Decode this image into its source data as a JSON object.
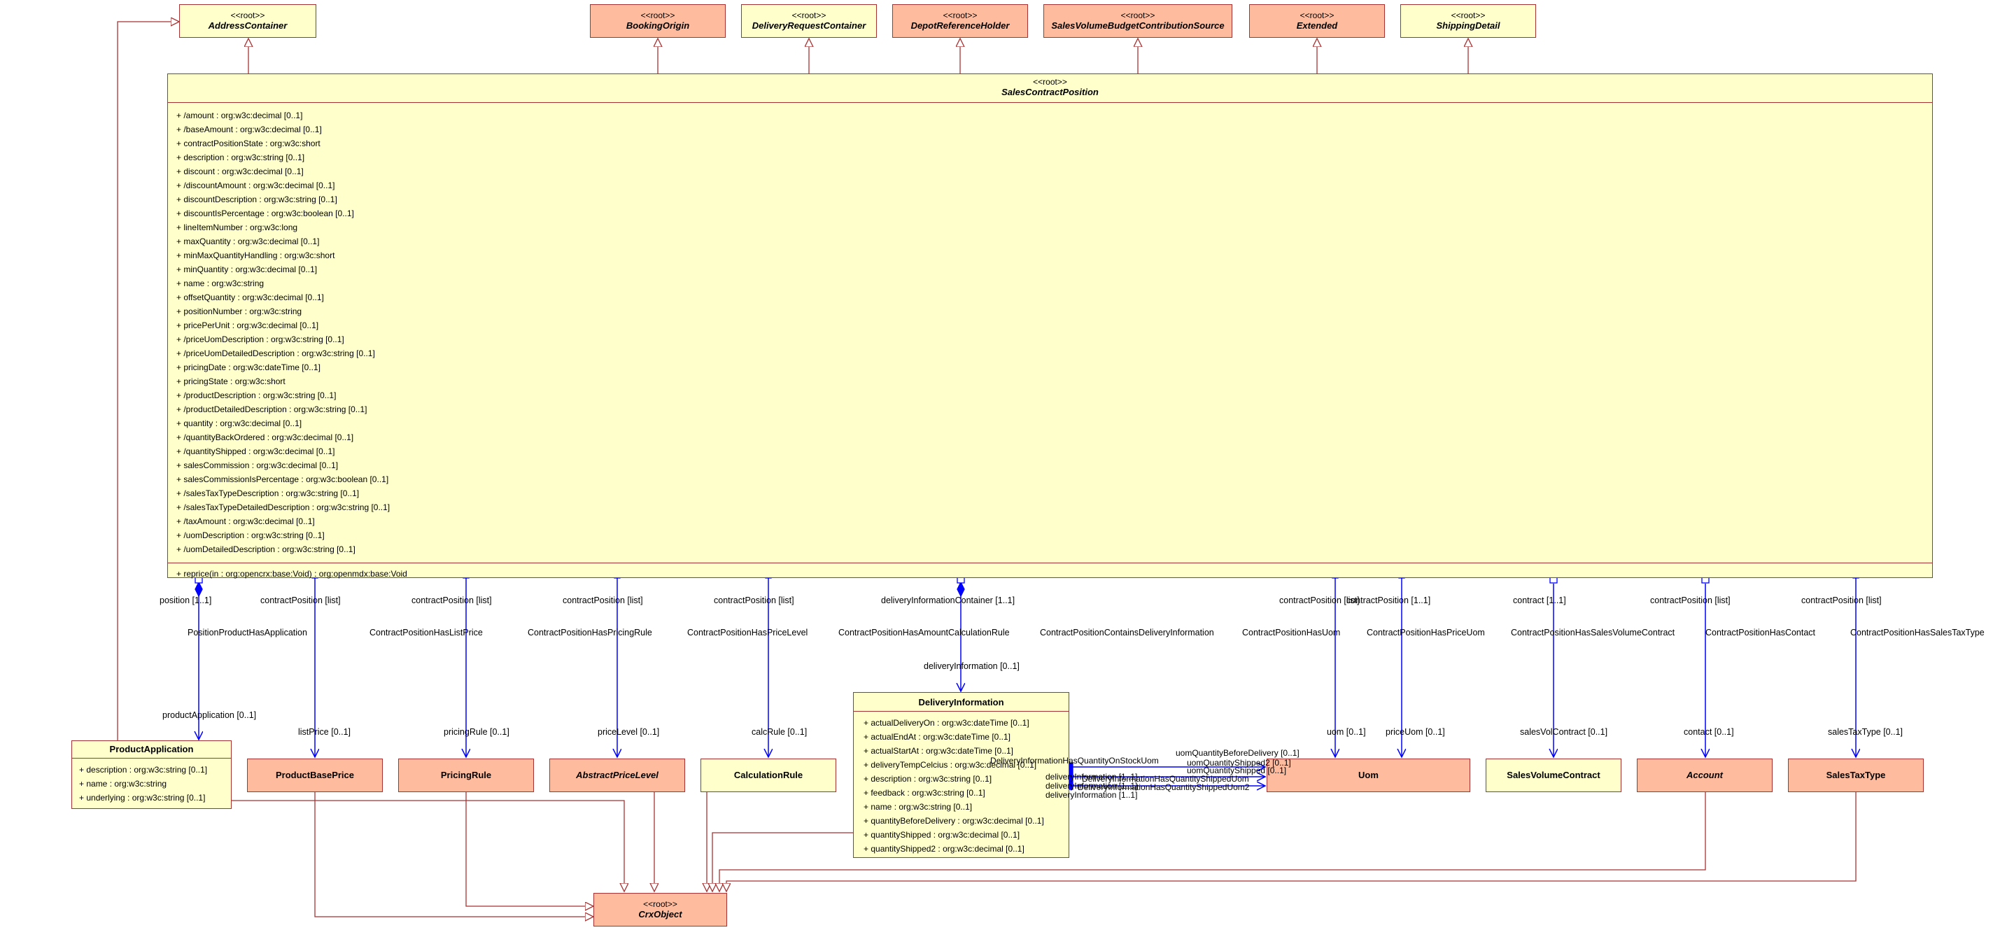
{
  "classes": {
    "address_container": {
      "stereotype": "<<root>>",
      "name": "AddressContainer"
    },
    "booking_origin": {
      "stereotype": "<<root>>",
      "name": "BookingOrigin"
    },
    "delivery_request_container": {
      "stereotype": "<<root>>",
      "name": "DeliveryRequestContainer"
    },
    "depot_reference_holder": {
      "stereotype": "<<root>>",
      "name": "DepotReferenceHolder"
    },
    "sales_volume_budget_contribution_source": {
      "stereotype": "<<root>>",
      "name": "SalesVolumeBudgetContributionSource"
    },
    "extended": {
      "stereotype": "<<root>>",
      "name": "Extended"
    },
    "shipping_detail": {
      "stereotype": "<<root>>",
      "name": "ShippingDetail"
    },
    "sales_contract_position": {
      "stereotype": "<<root>>",
      "name": "SalesContractPosition",
      "attributes": [
        "+ /amount : org:w3c:decimal [0..1]",
        "+ /baseAmount : org:w3c:decimal [0..1]",
        "+ contractPositionState : org:w3c:short",
        "+ description : org:w3c:string [0..1]",
        "+ discount : org:w3c:decimal [0..1]",
        "+ /discountAmount : org:w3c:decimal [0..1]",
        "+ discountDescription : org:w3c:string [0..1]",
        "+ discountIsPercentage : org:w3c:boolean [0..1]",
        "+ lineItemNumber : org:w3c:long",
        "+ maxQuantity : org:w3c:decimal [0..1]",
        "+ minMaxQuantityHandling : org:w3c:short",
        "+ minQuantity : org:w3c:decimal [0..1]",
        "+ name : org:w3c:string",
        "+ offsetQuantity : org:w3c:decimal [0..1]",
        "+ positionNumber : org:w3c:string",
        "+ pricePerUnit : org:w3c:decimal [0..1]",
        "+ /priceUomDescription : org:w3c:string [0..1]",
        "+ /priceUomDetailedDescription : org:w3c:string [0..1]",
        "+ pricingDate : org:w3c:dateTime [0..1]",
        "+ pricingState : org:w3c:short",
        "+ /productDescription : org:w3c:string [0..1]",
        "+ /productDetailedDescription : org:w3c:string [0..1]",
        "+ quantity : org:w3c:decimal [0..1]",
        "+ /quantityBackOrdered : org:w3c:decimal [0..1]",
        "+ /quantityShipped : org:w3c:decimal [0..1]",
        "+ salesCommission : org:w3c:decimal [0..1]",
        "+ salesCommissionIsPercentage : org:w3c:boolean [0..1]",
        "+ /salesTaxTypeDescription : org:w3c:string [0..1]",
        "+ /salesTaxTypeDetailedDescription : org:w3c:string [0..1]",
        "+ /taxAmount : org:w3c:decimal [0..1]",
        "+ /uomDescription : org:w3c:string [0..1]",
        "+ /uomDetailedDescription : org:w3c:string [0..1]"
      ],
      "operations": [
        "+ reprice(in : org:opencrx:base:Void) : org:openmdx:base:Void"
      ]
    },
    "product_application": {
      "name": "ProductApplication",
      "attributes": [
        "+ description : org:w3c:string [0..1]",
        "+ name : org:w3c:string",
        "+ underlying : org:w3c:string [0..1]"
      ]
    },
    "product_base_price": {
      "name": "ProductBasePrice"
    },
    "pricing_rule": {
      "name": "PricingRule"
    },
    "abstract_price_level": {
      "name": "AbstractPriceLevel"
    },
    "calculation_rule": {
      "name": "CalculationRule"
    },
    "delivery_information": {
      "name": "DeliveryInformation",
      "attributes": [
        "+ actualDeliveryOn : org:w3c:dateTime [0..1]",
        "+ actualEndAt : org:w3c:dateTime [0..1]",
        "+ actualStartAt : org:w3c:dateTime [0..1]",
        "+ deliveryTempCelcius : org:w3c:decimal [0..1]",
        "+ description : org:w3c:string [0..1]",
        "+ feedback : org:w3c:string [0..1]",
        "+ name : org:w3c:string [0..1]",
        "+ quantityBeforeDelivery : org:w3c:decimal [0..1]",
        "+ quantityShipped : org:w3c:decimal [0..1]",
        "+ quantityShipped2 : org:w3c:decimal [0..1]"
      ]
    },
    "uom": {
      "name": "Uom"
    },
    "sales_volume_contract": {
      "name": "SalesVolumeContract"
    },
    "account": {
      "name": "Account"
    },
    "sales_tax_type": {
      "name": "SalesTaxType"
    },
    "crx_object": {
      "stereotype": "<<root>>",
      "name": "CrxObject"
    }
  },
  "labels": {
    "pa_src_role": "position [1..1]",
    "pa_assoc": "PositionProductHasApplication",
    "pa_dst_role": "productApplication [0..1]",
    "lp_src_role": "contractPosition [list]",
    "lp_assoc": "ContractPositionHasListPrice",
    "lp_dst_role": "listPrice [0..1]",
    "pr_src_role": "contractPosition [list]",
    "pr_assoc": "ContractPositionHasPricingRule",
    "pr_dst_role": "pricingRule [0..1]",
    "pl_src_role": "contractPosition [list]",
    "pl_assoc": "ContractPositionHasPriceLevel",
    "pl_dst_role": "priceLevel [0..1]",
    "cr_src_role": "contractPosition [list]",
    "cr_assoc": "ContractPositionHasAmountCalculationRule",
    "cr_dst_role": "calcRule [0..1]",
    "di_src_role": "deliveryInformationContainer [1..1]",
    "di_assoc": "ContractPositionContainsDeliveryInformation",
    "di_dst_role": "deliveryInformation [0..1]",
    "uom_src_role": "contractPosition [list]",
    "uom_assoc": "ContractPositionHasUom",
    "uom_dst_role": "uom [0..1]",
    "puom_src_role": "contractPosition [1..1]",
    "puom_assoc": "ContractPositionHasPriceUom",
    "puom_dst_role": "priceUom [0..1]",
    "svc_src_role": "contract [1..1]",
    "svc_assoc": "ContractPositionHasSalesVolumeContract",
    "svc_dst_role": "salesVolContract [0..1]",
    "acc_src_role": "contractPosition [list]",
    "acc_assoc": "ContractPositionHasContact",
    "acc_dst_role": "contact [0..1]",
    "stt_src_role": "contractPosition [list]",
    "stt_assoc": "ContractPositionHasSalesTaxType",
    "stt_dst_role": "salesTaxType [0..1]",
    "di_uom_before_role": "uomQuantityBeforeDelivery [0..1]",
    "di_uom_before_assoc": "DeliveryInformationHasQuantityOnStockUom",
    "di_uom_shipped_role": "uomQuantityShipped [0..1]",
    "di_uom_shipped_assoc": "DeliveryInformationHasQuantityShippedUom",
    "di_uom_shipped2_role": "uomQuantityShipped2 [0..1]",
    "di_uom_shipped2_assoc": "DeliveryInformationHasQuantityShippedUom2",
    "di_role_1": "deliveryInformation [1..1]",
    "di_role_2": "deliveryInformation [1..1]",
    "di_role_3": "deliveryInformation [1..1]"
  },
  "colors": {
    "border": "#a83232",
    "yellow_fill": "#ffffcc",
    "salmon_fill": "#ffbb9e",
    "association": "#0000ff"
  }
}
